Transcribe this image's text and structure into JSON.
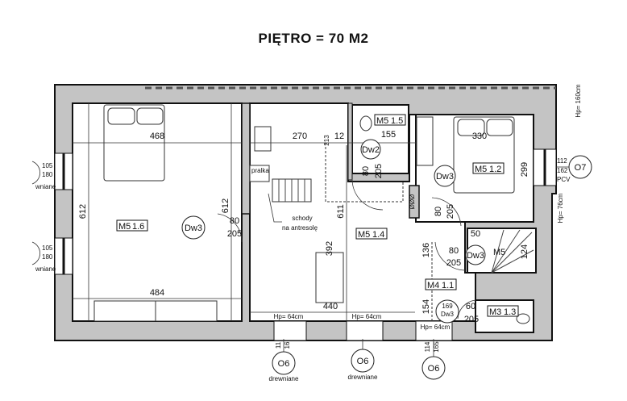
{
  "title": "PIĘTRO = 70 M2",
  "rooms": {
    "bedroom_left": {
      "code": "M5",
      "number": "1.6"
    },
    "bathroom_top": {
      "code": "M5",
      "number": "1.5"
    },
    "bedroom_right": {
      "code": "M5",
      "number": "1.2"
    },
    "living": {
      "code": "M5",
      "number": "1.4"
    },
    "hall": {
      "code": "M4",
      "number": "1.1"
    },
    "wc": {
      "code": "M3",
      "number": "1.3"
    },
    "stairs_room": {
      "code": "M5"
    }
  },
  "dimensions": {
    "d468": "468",
    "d612a": "612",
    "d612b": "612",
    "d484": "484",
    "d270": "270",
    "d12": "12",
    "d213": "213",
    "d155": "155",
    "d330": "330",
    "d299": "299",
    "d611": "611",
    "d392": "392",
    "d440": "440",
    "d136": "136",
    "d124": "124",
    "d154": "154",
    "d50": "50",
    "d60": "60",
    "d169": "169"
  },
  "doors": {
    "dw3_left": {
      "label": "Dw3",
      "w": "80",
      "h": "205"
    },
    "dw2": {
      "label": "Dw2",
      "w": "80",
      "h": "205"
    },
    "dw3_right": {
      "label": "Dw3",
      "w": "80",
      "h": "205"
    },
    "dw3_stairs": {
      "label": "Dw3",
      "w": "80",
      "h": "205"
    },
    "dw3_wc": {
      "label": "Dw3",
      "w": "60",
      "h": "205"
    }
  },
  "stairs_label": [
    "schody",
    "na antresolę"
  ],
  "laundry_label": "pralka",
  "vents": "ØØØ",
  "windows": {
    "left1": {
      "w": "105",
      "h": "180",
      "material": "wniane"
    },
    "left2": {
      "w": "105",
      "h": "180",
      "material": "wniane"
    },
    "o6a": {
      "label": "O6",
      "w": "11",
      "h": "16",
      "material": "drewniane"
    },
    "o6b": {
      "label": "O6",
      "material": "drewniane"
    },
    "o6c": {
      "label": "O6",
      "w": "114",
      "h": "165"
    },
    "o7": {
      "label": "O7",
      "w": "112",
      "h": "162",
      "material": "PCV"
    }
  },
  "heights": {
    "hp160": "Hp= 160cm",
    "hp76": "Hp= 76cm",
    "hp64a": "Hp= 64cm",
    "hp64b": "Hp= 64cm",
    "hp64c": "Hp= 64cm"
  }
}
